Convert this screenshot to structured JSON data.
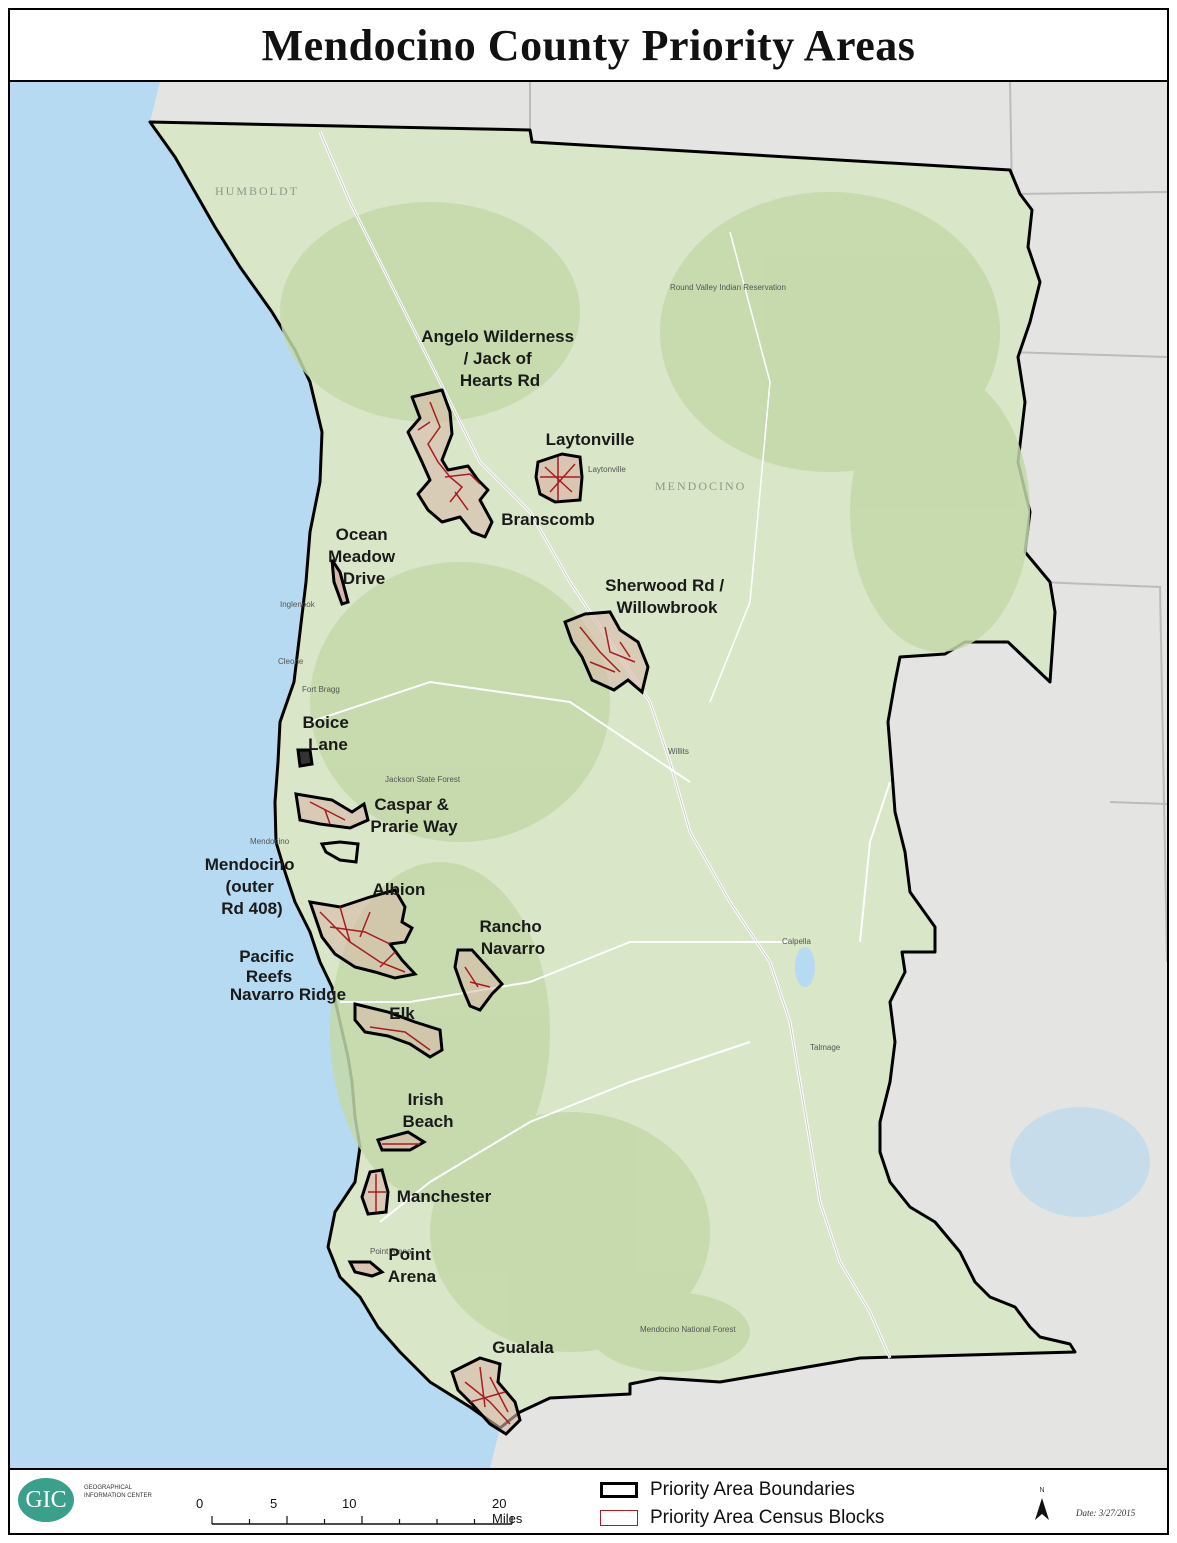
{
  "title": "Mendocino County Priority Areas",
  "colors": {
    "ocean": "#b6daf1",
    "land": "#d9e6c7",
    "forest": "#c3d8aa",
    "outside": "#e4e4e2",
    "boundary": "#000000",
    "census_block": "#a81c22",
    "block_fill": "#d9b7a8"
  },
  "priority_areas": [
    {
      "id": "angelo",
      "lines": [
        "Angelo Wilderness",
        "/ Jack of",
        "Hearts Rd"
      ]
    },
    {
      "id": "laytonville",
      "lines": [
        "Laytonville"
      ]
    },
    {
      "id": "branscomb",
      "lines": [
        "Branscomb"
      ]
    },
    {
      "id": "ocean-meadow",
      "lines": [
        "Ocean",
        "Meadow",
        "Drive"
      ]
    },
    {
      "id": "sherwood",
      "lines": [
        "Sherwood Rd /",
        "Willowbrook"
      ]
    },
    {
      "id": "boice",
      "lines": [
        "Boice",
        "Lane"
      ]
    },
    {
      "id": "caspar",
      "lines": [
        "Caspar &",
        "Prarie Way"
      ]
    },
    {
      "id": "mendocino",
      "lines": [
        "Mendocino",
        "(outer",
        "Rd 408)"
      ]
    },
    {
      "id": "albion",
      "lines": [
        "Albion"
      ]
    },
    {
      "id": "rancho-navarro",
      "lines": [
        "Rancho",
        "Navarro"
      ]
    },
    {
      "id": "pacific-reefs",
      "lines": [
        "Pacific",
        "Reefs"
      ]
    },
    {
      "id": "navarro-ridge",
      "lines": [
        "Navarro Ridge"
      ]
    },
    {
      "id": "elk",
      "lines": [
        "Elk"
      ]
    },
    {
      "id": "irish-beach",
      "lines": [
        "Irish",
        "Beach"
      ]
    },
    {
      "id": "manchester",
      "lines": [
        "Manchester"
      ]
    },
    {
      "id": "point-arena",
      "lines": [
        "Point",
        "Arena"
      ]
    },
    {
      "id": "gualala",
      "lines": [
        "Gualala"
      ]
    }
  ],
  "base_labels": {
    "mendocino_county": "MENDOCINO",
    "humboldt": "HUMBOLDT",
    "laytonville_town": "Laytonville",
    "inglenook": "Inglenook",
    "cleone": "Cleone",
    "fort_bragg": "Fort Bragg",
    "willits": "Willits",
    "calpella": "Calpella",
    "talmage": "Talmage",
    "round_valley": "Round Valley Indian Reservation",
    "jackson_forest": "Jackson State Forest",
    "mendocino_town": "Mendocino",
    "point_arena_town": "Point Arena",
    "mendocino_nf": "Mendocino National Forest"
  },
  "legend": {
    "boundaries": "Priority Area Boundaries",
    "census_blocks": "Priority Area Census Blocks"
  },
  "scale": {
    "labels": [
      "0",
      "5",
      "10",
      "20 Miles"
    ],
    "ticks": [
      0,
      5,
      10,
      20
    ]
  },
  "logo": {
    "mark": "GIC",
    "org": "Geographical Information Center"
  },
  "north_label": "N",
  "date": "Date: 3/27/2015"
}
